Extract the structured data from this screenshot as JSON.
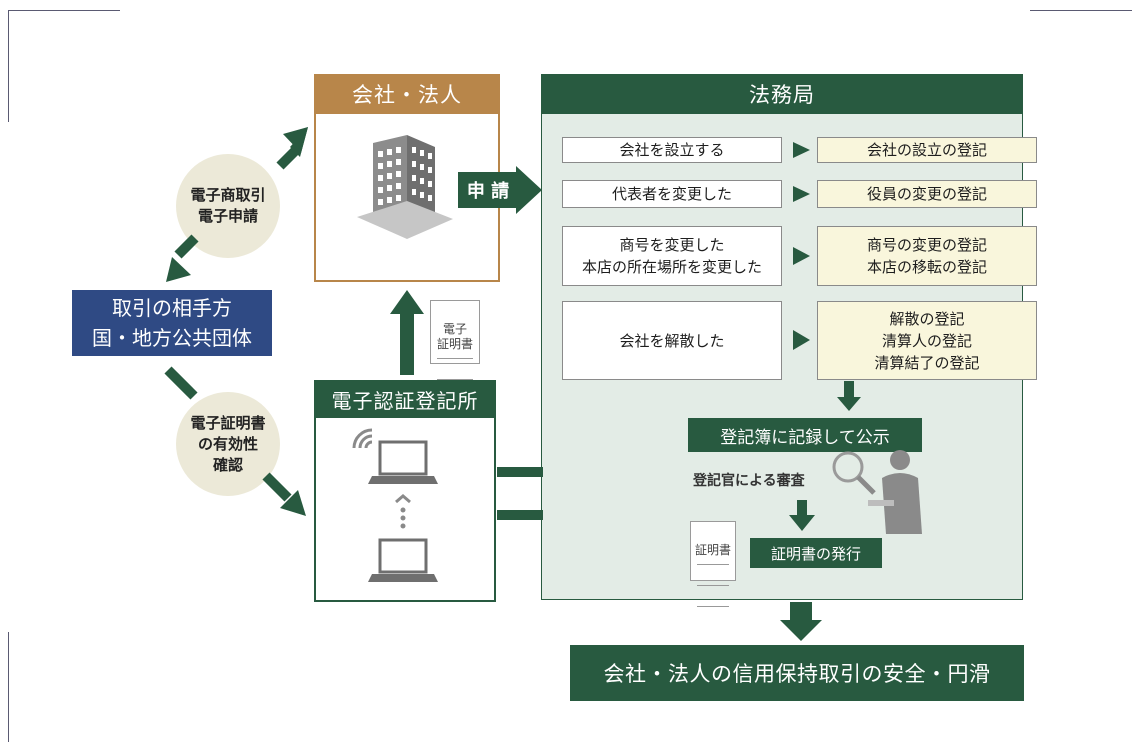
{
  "company": {
    "title": "会社・法人"
  },
  "bureau": {
    "title": "法務局",
    "rows": [
      {
        "left": "会社を設立する",
        "right": "会社の設立の登記"
      },
      {
        "left": "代表者を変更した",
        "right": "役員の変更の登記"
      },
      {
        "left": "商号を変更した\n本店の所在場所を変更した",
        "right": "商号の変更の登記\n本店の移転の登記"
      },
      {
        "left": "会社を解散した",
        "right": "解散の登記\n清算人の登記\n清算結了の登記"
      }
    ],
    "record_label": "登記簿に記録して公示",
    "examine_label": "登記官による審査",
    "issue_label": "証明書の発行",
    "cert_doc_label": "証明書"
  },
  "apply_label": "申 請",
  "partner": {
    "label": "取引の相手方\n国・地方公共団体"
  },
  "circle_top": "電子商取引\n電子申請",
  "circle_bottom": "電子証明書\nの有効性\n確認",
  "cert_bureau": {
    "title": "電子認証登記所"
  },
  "e_cert_doc": "電子\n証明書",
  "result_label": "会社・法人の信用保持取引の安全・円滑",
  "colors": {
    "green": "#285a40",
    "bureau_bg": "#e3ece6",
    "orange": "#b8864a",
    "blue": "#2f4a84",
    "circle": "#ece9d8",
    "cream": "#f9f6dc"
  }
}
